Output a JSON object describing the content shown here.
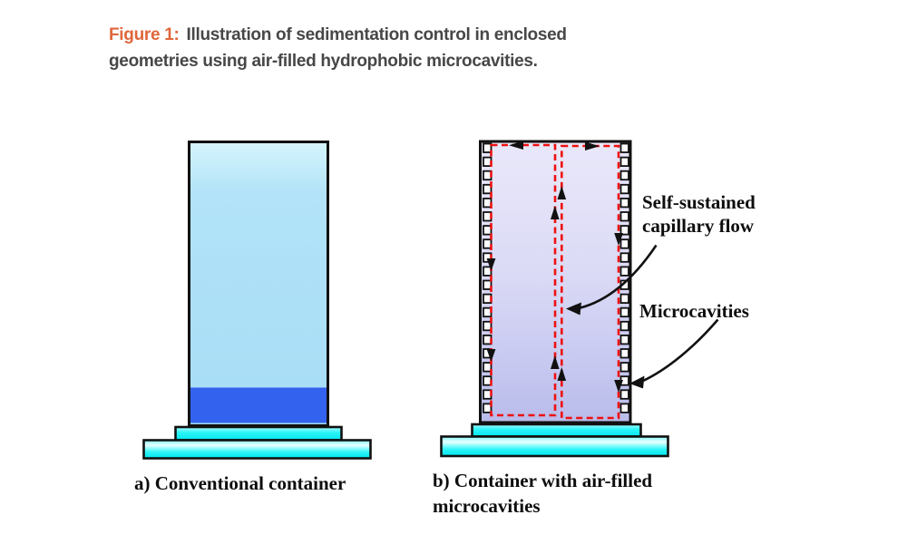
{
  "figure": {
    "title_prefix": "Figure 1:",
    "title_line1": "Illustration of sedimentation control in enclosed",
    "title_line2": "geometries using air-filled hydrophobic microcavities."
  },
  "panel_a": {
    "caption": "a) Conventional container"
  },
  "panel_b": {
    "caption_line1": "b) Container with air-filled",
    "caption_line2": "microcavities",
    "label_capillary_line1": "Self-sustained",
    "label_capillary_line2": "capillary flow",
    "label_microcavities": "Microcavities"
  },
  "colors": {
    "title_prefix_orange": "#e0663c",
    "title_text_gray": "#474747",
    "liquid_light_blue": "#a8def6",
    "liquid_top_highlight": "#d2f3fb",
    "sediment_blue": "#3363ee",
    "pedestal_cyan": "#16f0f5",
    "suspension_lavender_top": "#e9e8fa",
    "suspension_lavender_bottom": "#b9bbea",
    "flow_loop_red": "#ee1111",
    "outline_black": "#111111",
    "label_text_black": "#0d0d0d"
  }
}
